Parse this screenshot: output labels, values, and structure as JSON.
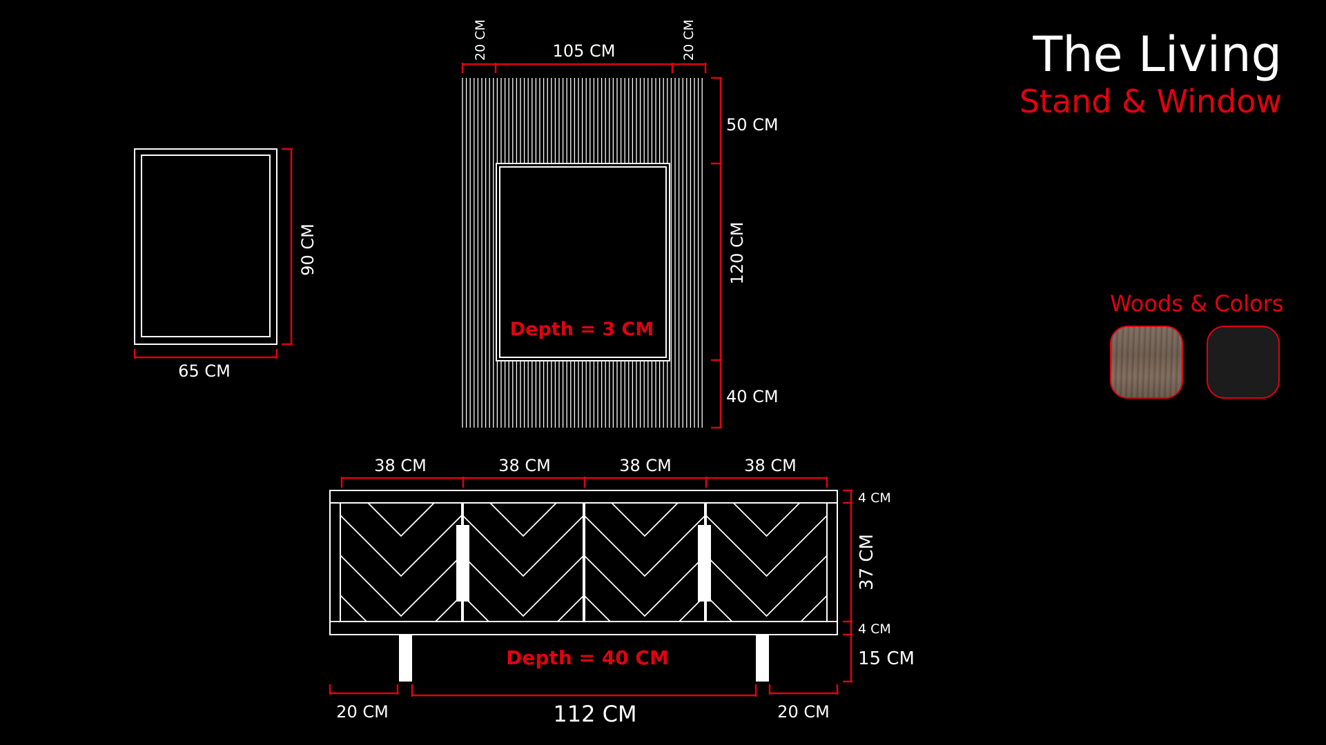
{
  "header": {
    "title": "The Living",
    "subtitle": "Stand & Window"
  },
  "palette": {
    "label": "Woods & Colors",
    "swatches": [
      {
        "name": "walnut-wood",
        "color": "#75655a"
      },
      {
        "name": "black",
        "color": "#1c1c1c"
      }
    ]
  },
  "accent_color": "#e3000f",
  "drawing": {
    "window": {
      "width_label": "65 CM",
      "height_label": "90 CM"
    },
    "slatted_frame": {
      "top_left_label": "20 CM",
      "top_center_label": "105 CM",
      "top_right_label": "20 CM",
      "right_top_label": "50 CM",
      "right_middle_label": "120 CM",
      "right_bottom_label": "40 CM",
      "depth_label": "Depth = 3 CM"
    },
    "stand": {
      "door_labels": [
        "38 CM",
        "38 CM",
        "38 CM",
        "38 CM"
      ],
      "top_thickness_label": "4 CM",
      "body_height_label": "37 CM",
      "bottom_thickness_label": "4 CM",
      "leg_height_label": "15 CM",
      "depth_label": "Depth = 40 CM",
      "left_offset_label": "20 CM",
      "leg_span_label": "112 CM",
      "right_offset_label": "20 CM"
    }
  }
}
